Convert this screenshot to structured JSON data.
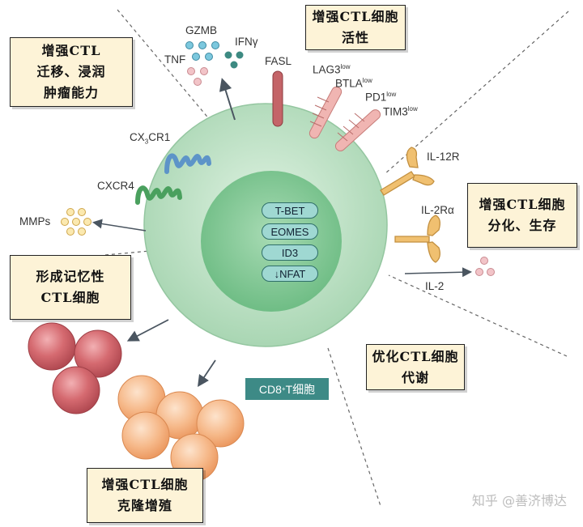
{
  "boxes": {
    "migration": {
      "line1": "增强CTL",
      "line2": "迁移、浸润",
      "line3": "肿瘤能力"
    },
    "activity": {
      "line1": "增强CTL细胞",
      "line2": "活性"
    },
    "differentiation": {
      "line1": "增强CTL细胞",
      "line2": "分化、生存"
    },
    "memory": {
      "line1": "形成记忆性",
      "line2": "CTL细胞"
    },
    "metabolism": {
      "line1": "优化CTL细胞",
      "line2": "代谢"
    },
    "proliferation": {
      "line1": "增强CTL细胞",
      "line2": "克隆增殖"
    }
  },
  "labels": {
    "gzmb": "GZMB",
    "ifng": "IFNγ",
    "tnf": "TNF",
    "fasl": "FASL",
    "lag3": "LAG3",
    "btla": "BTLA",
    "pd1": "PD1",
    "tim3": "TIM3",
    "low": "low",
    "cx3cr1_a": "CX",
    "cx3cr1_sub": "3",
    "cx3cr1_b": "CR1",
    "cxcr4": "CXCR4",
    "mmps": "MMPs",
    "il12r": "IL-12R",
    "il2ra": "IL-2Rα",
    "il2": "IL-2"
  },
  "transcription_factors": [
    "T-BET",
    "EOMES",
    "ID3",
    "↓NFAT"
  ],
  "cell": {
    "name_a": "CD8",
    "name_sup": "+",
    "name_b": "T细胞"
  },
  "watermark": "知乎 @善济博达",
  "colors": {
    "cell_outer": "#b5dcbe",
    "cell_inner": "#7fc492",
    "box_fill": "#fdf3d7",
    "cxcr4": "#4aa05e",
    "cx3cr1": "#5d94c8",
    "fasl": "#c46468",
    "inhibitory": "#f0b5b2",
    "receptor": "#f0c070",
    "tf_fill": "#9fd8d2",
    "label_bg": "#3d8a86"
  }
}
